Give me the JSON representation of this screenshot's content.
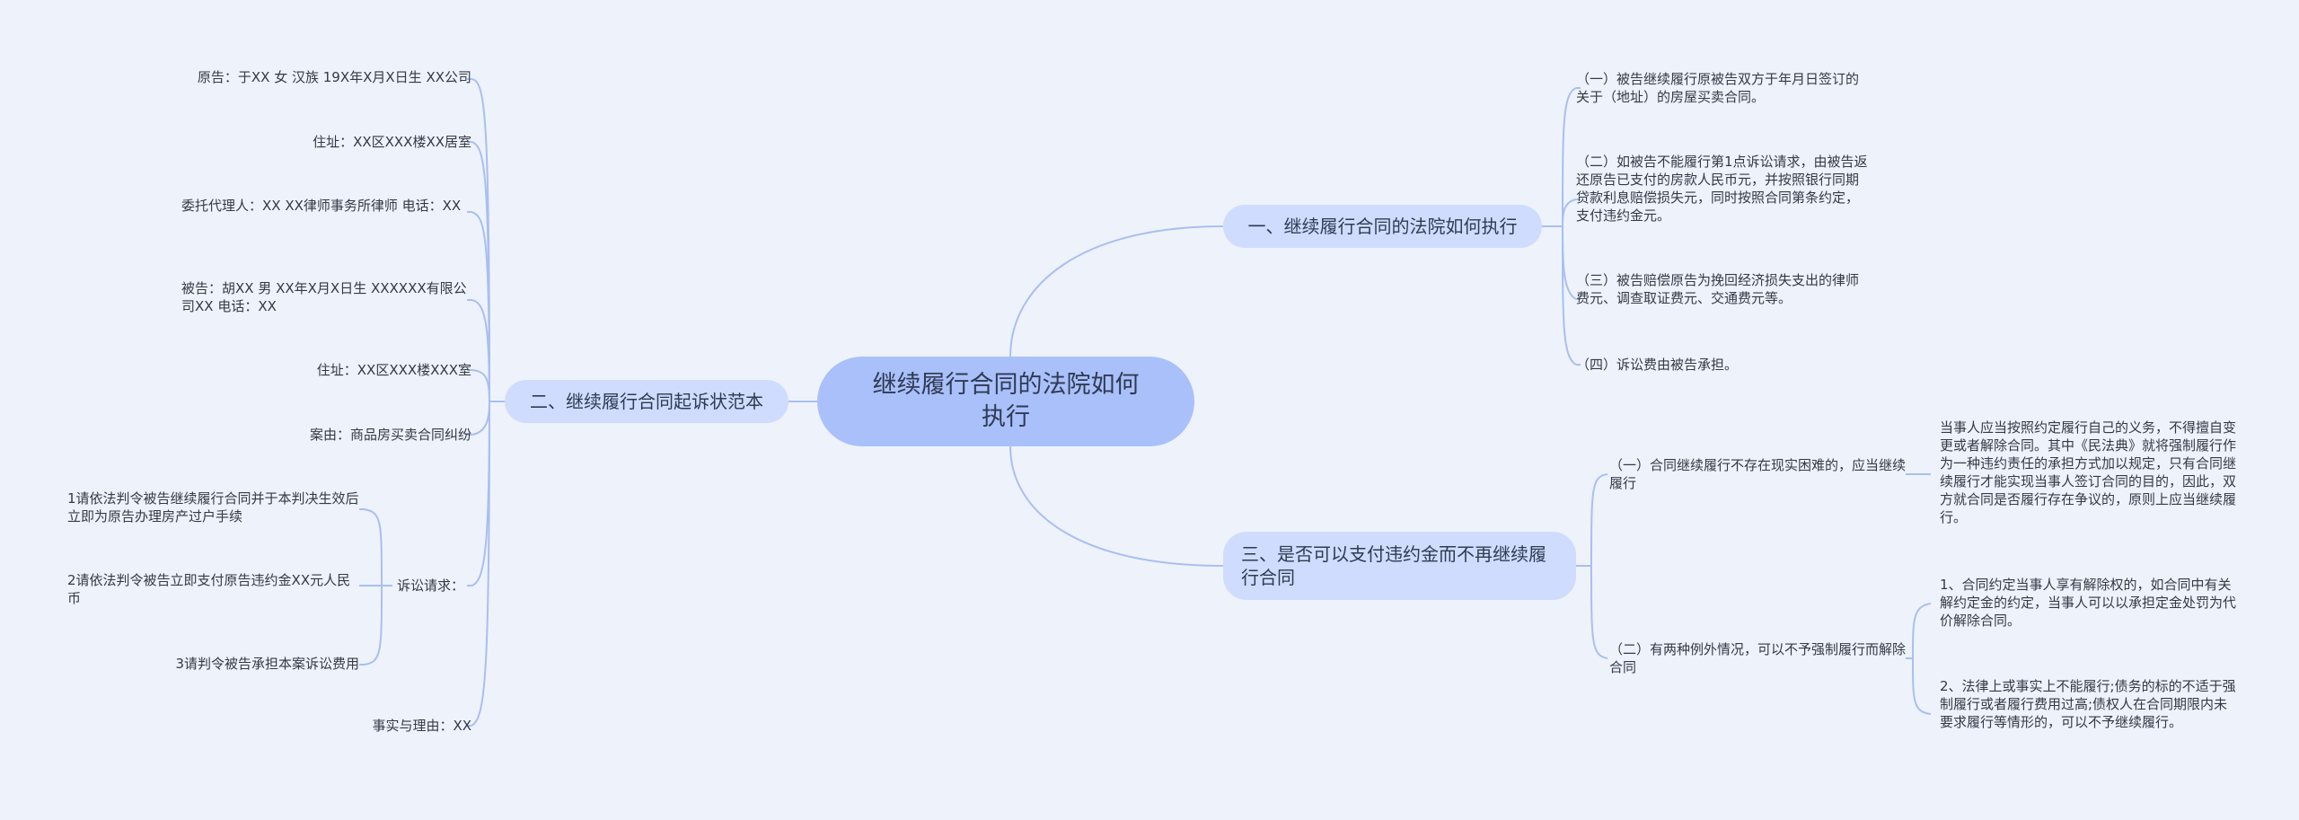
{
  "root": {
    "label": "继续履行合同的法院如何执行"
  },
  "branches": {
    "b1": {
      "label": "一、继续履行合同的法院如何执行",
      "leaves": [
        "（一）被告继续履行原被告双方于年月日签订的关于（地址）的房屋买卖合同。",
        "（二）如被告不能履行第1点诉讼请求，由被告返还原告已支付的房款人民币元，并按照银行同期贷款利息赔偿损失元，同时按照合同第条约定，支付违约金元。",
        "（三）被告赔偿原告为挽回经济损失支出的律师费元、调查取证费元、交通费元等。",
        "（四）诉讼费由被告承担。"
      ]
    },
    "b2": {
      "label": "二、继续履行合同起诉状范本",
      "leaves": [
        "原告：于XX 女 汉族 19X年X月X日生 XX公司",
        "住址：XX区XXX楼XX居室",
        "委托代理人：XX XX律师事务所律师 电话：XX",
        "被告：胡XX 男 XX年X月X日生 XXXXXX有限公司XX 电话：XX",
        "住址：XX区XXX楼XXX室",
        "案由：商品房买卖合同纠纷",
        "诉讼请求：",
        "事实与理由：XX"
      ],
      "claims": [
        "1请依法判令被告继续履行合同并于本判决生效后立即为原告办理房产过户手续",
        "2请依法判令被告立即支付原告违约金XX元人民币",
        "3请判令被告承担本案诉讼费用"
      ]
    },
    "b3": {
      "label": "三、是否可以支付违约金而不再继续履行合同",
      "subs": [
        {
          "label": "（一）合同继续履行不存在现实困难的，应当继续履行",
          "detail": "当事人应当按照约定履行自己的义务，不得擅自变更或者解除合同。其中《民法典》就将强制履行作为一种违约责任的承担方式加以规定，只有合同继续履行才能实现当事人签订合同的目的，因此，双方就合同是否履行存在争议的，原则上应当继续履行。"
        },
        {
          "label": "（二）有两种例外情况，可以不予强制履行而解除合同",
          "details": [
            "1、合同约定当事人享有解除权的，如合同中有关解约定金的约定，当事人可以以承担定金处罚为代价解除合同。",
            "2、法律上或事实上不能履行;债务的标的不适于强制履行或者履行费用过高;债权人在合同期限内未要求履行等情形的，可以不予继续履行。"
          ]
        }
      ]
    }
  },
  "colors": {
    "line": "#a9bff0",
    "root": "#a9c0fb",
    "branch": "#cfdcfd",
    "bg": "#eef2fb"
  }
}
